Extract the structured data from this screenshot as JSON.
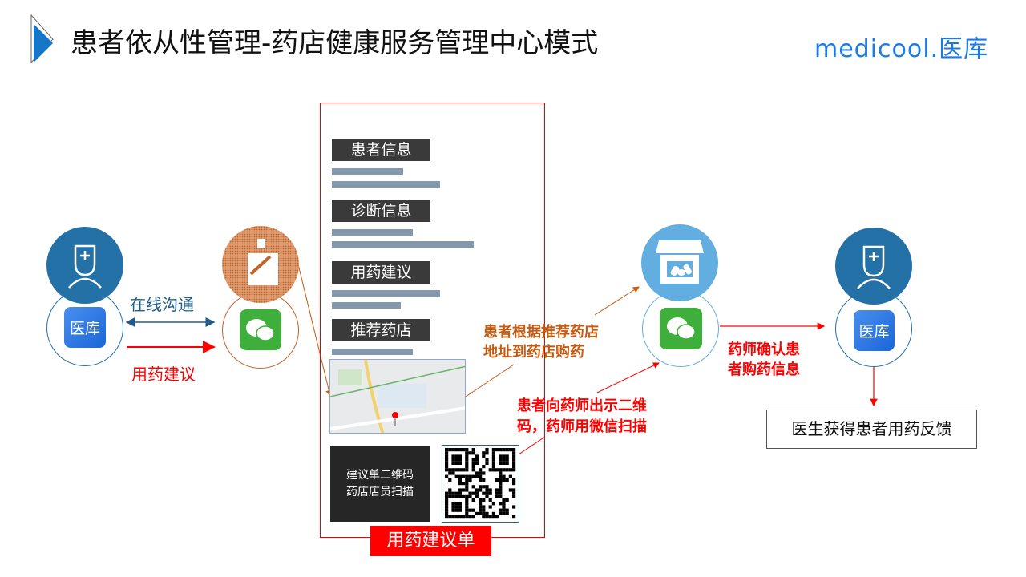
{
  "header": {
    "title": "患者依从性管理-药店健康服务管理中心模式",
    "logo": "medicool.医库"
  },
  "colors": {
    "doctor": "#2471a8",
    "pharmacist": "#c0642a",
    "store": "#62aee0",
    "red": "#ff0000",
    "orange": "#c55a11",
    "bar": "#8397ad"
  },
  "left": {
    "app_label": "医库",
    "online_comm": "在线沟通",
    "med_advice": "用药建议"
  },
  "form": {
    "sections": [
      {
        "label": "患者信息"
      },
      {
        "label": "诊断信息"
      },
      {
        "label": "用药建议"
      },
      {
        "label": "推荐药店"
      }
    ],
    "qr_caption_1": "建议单二维码",
    "qr_caption_2": "药店店员扫描",
    "title": "用药建议单"
  },
  "annotations": {
    "go_store_1": "患者根据推荐药店",
    "go_store_2": "地址到药店购药",
    "show_qr_1": "患者向药师出示二维",
    "show_qr_2": "码，药师用微信扫描",
    "confirm_1": "药师确认患",
    "confirm_2": "者购药信息"
  },
  "right": {
    "app_label": "医库",
    "feedback": "医生获得患者用药反馈"
  },
  "icons": [
    "chevron-icon",
    "doctor-icon",
    "pharmacist-icon",
    "wechat-icon",
    "pharmacy-store-icon",
    "medicool-app-icon",
    "map-pin-icon",
    "qr-code-icon"
  ]
}
